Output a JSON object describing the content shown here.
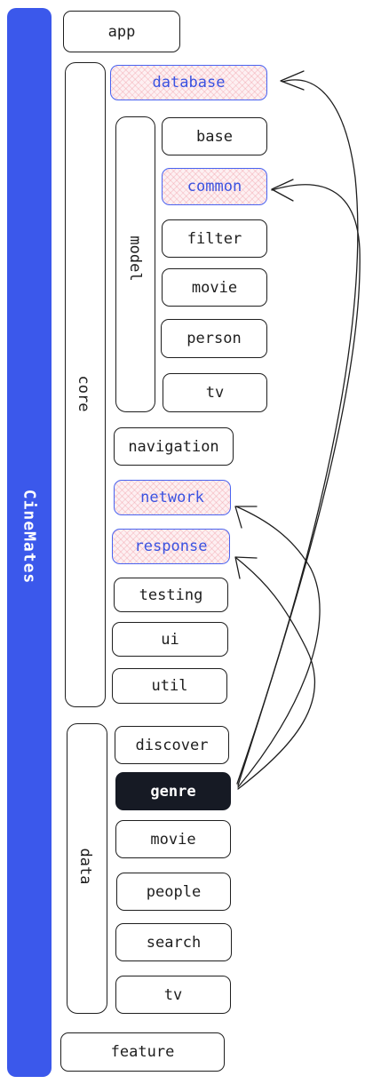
{
  "project": "CineMates",
  "modules": {
    "app": "app",
    "core": {
      "label": "core",
      "database": "database",
      "model": {
        "label": "model",
        "items": [
          "base",
          "common",
          "filter",
          "movie",
          "person",
          "tv"
        ]
      },
      "items": [
        "navigation",
        "network",
        "response",
        "testing",
        "ui",
        "util"
      ]
    },
    "data": {
      "label": "data",
      "items": [
        "discover",
        "genre",
        "movie",
        "people",
        "search",
        "tv"
      ]
    },
    "feature": "feature"
  },
  "highlighted": [
    "database",
    "common",
    "network",
    "response"
  ],
  "selected": "genre",
  "dependencies": [
    {
      "from": "genre",
      "to": "database"
    },
    {
      "from": "genre",
      "to": "common"
    },
    {
      "from": "genre",
      "to": "network"
    },
    {
      "from": "genre",
      "to": "response"
    }
  ],
  "colors": {
    "brand": "#3b58eb",
    "highlight_text": "#3b52e0",
    "highlight_fill": "#fdf0f2",
    "selected_fill": "#161a24"
  }
}
